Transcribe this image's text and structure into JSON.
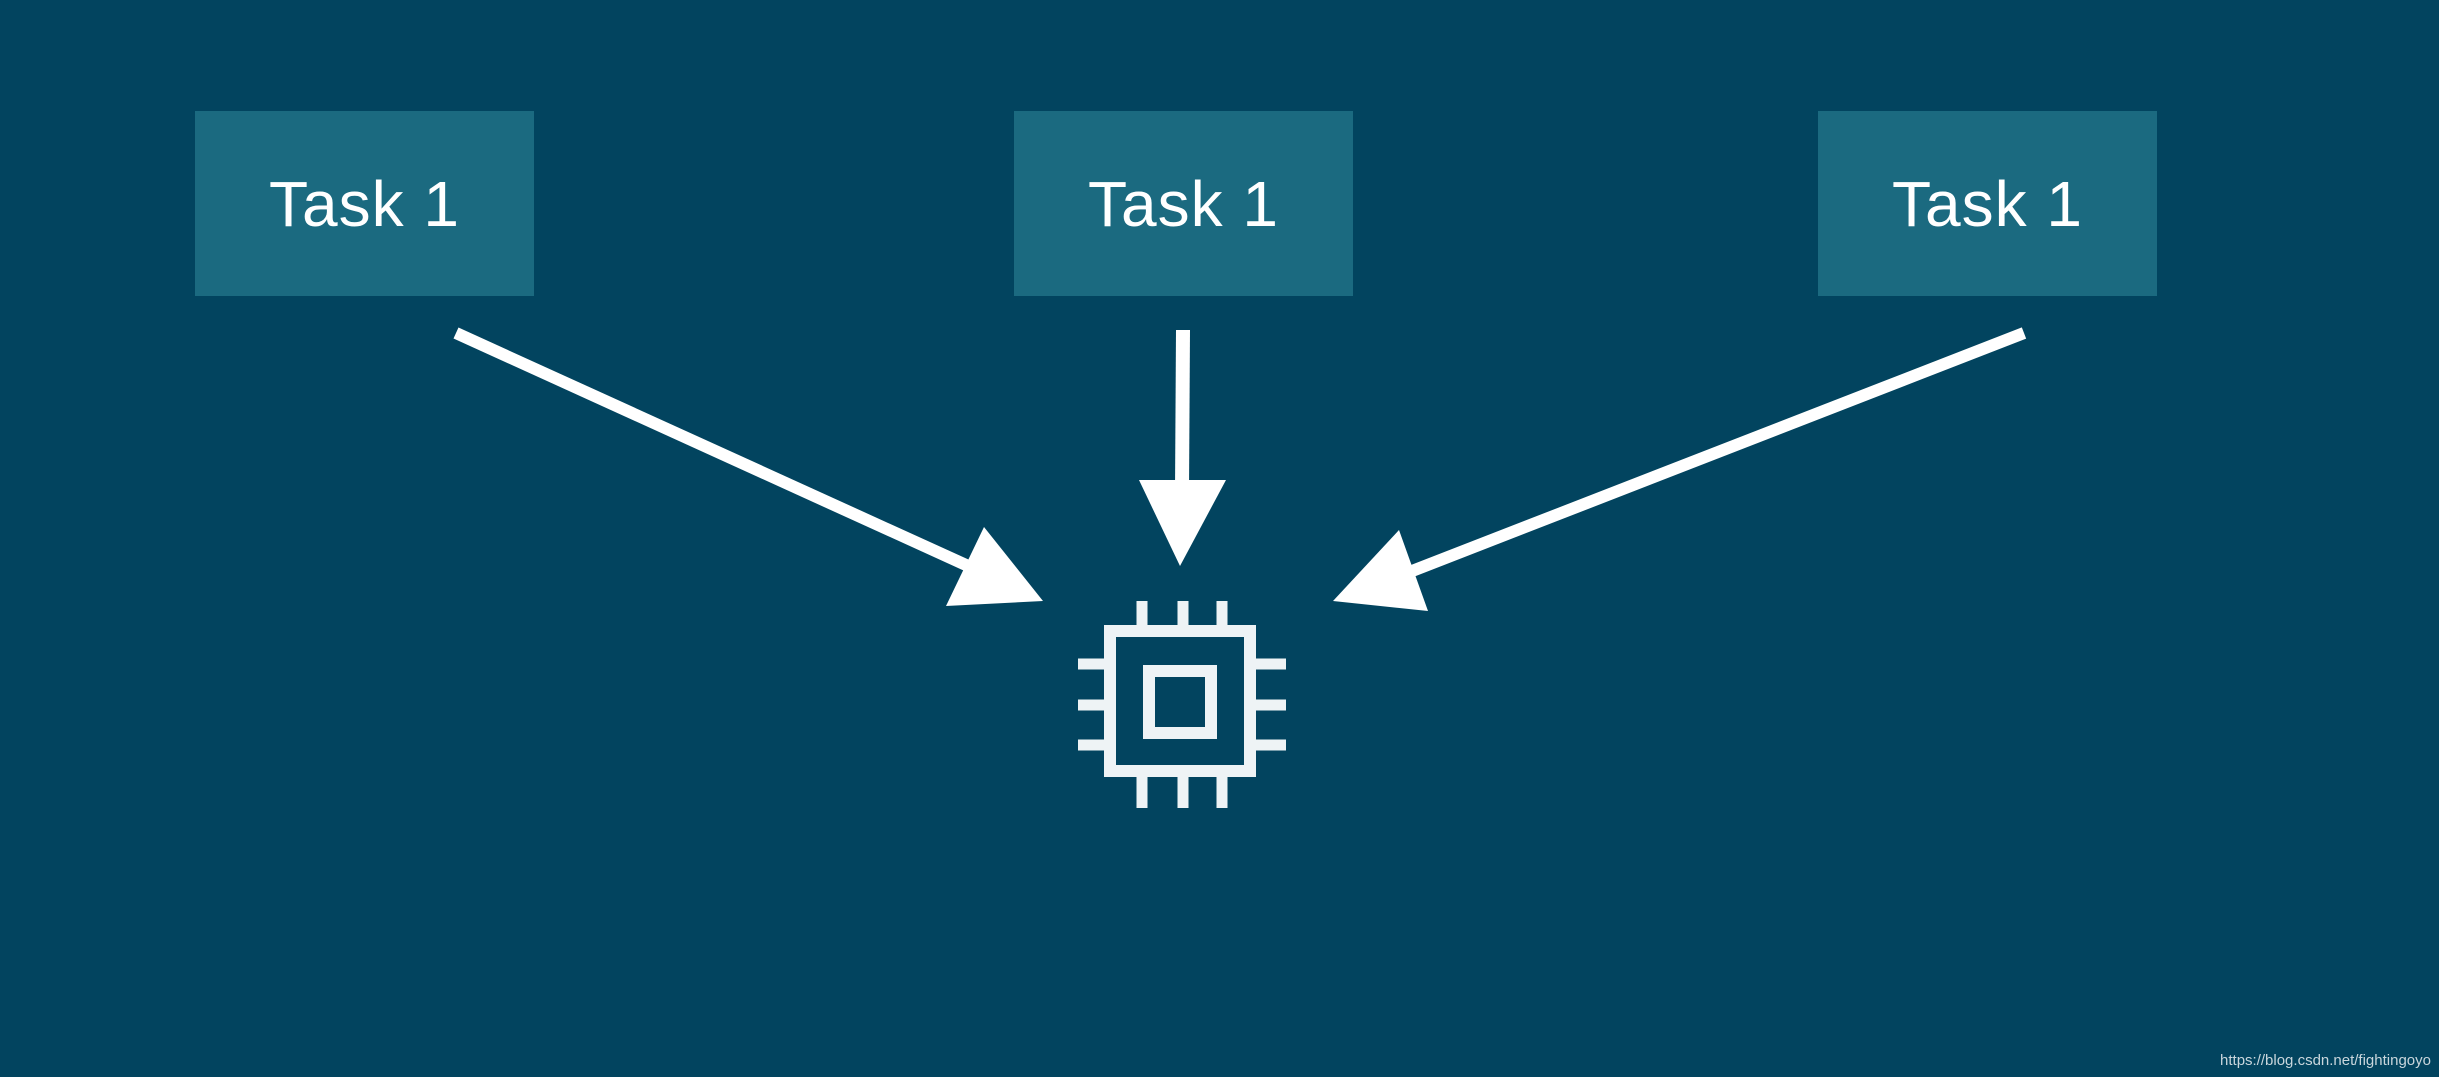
{
  "tasks": [
    {
      "label": "Task 1"
    },
    {
      "label": "Task 1"
    },
    {
      "label": "Task 1"
    }
  ],
  "processor": {
    "icon": "cpu-chip-icon"
  },
  "colors": {
    "background": "#02445f",
    "task_box": "#1b6a80",
    "foreground": "#ffffff"
  },
  "watermark": "https://blog.csdn.net/fightingoyo"
}
